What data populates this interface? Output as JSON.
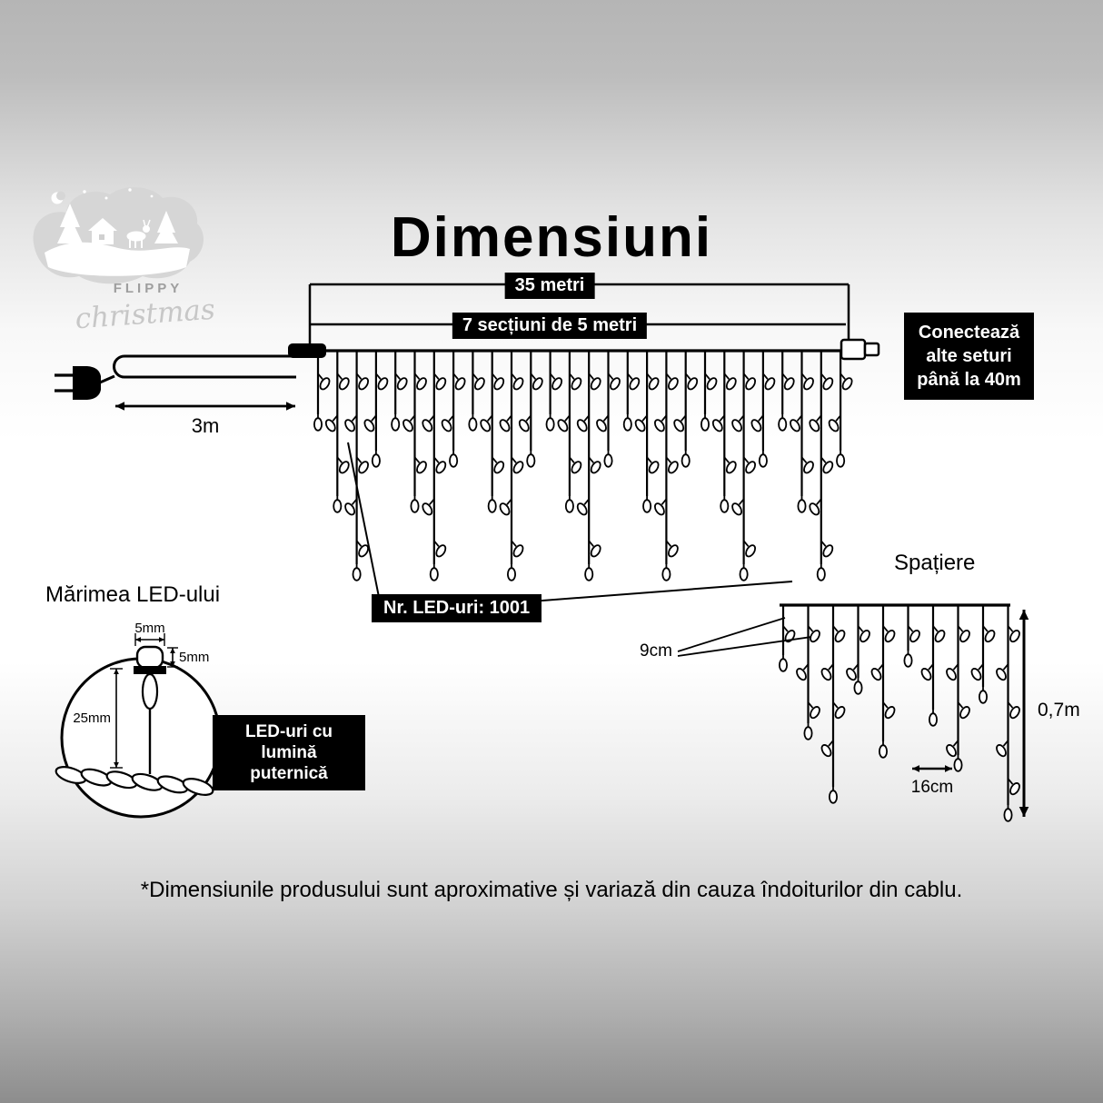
{
  "title": "Dimensiuni",
  "logo": {
    "brand": "FLIPPY",
    "script": "christmas"
  },
  "main_diagram": {
    "total_length": "35 metri",
    "sections": "7 secțiuni de 5 metri",
    "lead_length": "3m",
    "connect_note": {
      "line1": "Conectează",
      "line2": "alte seturi",
      "line3": "până la 40m"
    },
    "led_count": "Nr. LED-uri: 1001"
  },
  "spacing": {
    "title": "Spațiere",
    "drop_gap": "9cm",
    "bulb_gap": "16cm",
    "height": "0,7m"
  },
  "led_size": {
    "title": "Mărimea LED-ului",
    "width": "5mm",
    "cap_height": "5mm",
    "length": "25mm",
    "callout": {
      "line1": "LED-uri cu lumină",
      "line2": "puternică"
    }
  },
  "footer": {
    "disclaimer": "*Dimensiunile produsului sunt aproximative și variază din cauza îndoiturilor din cablu."
  },
  "colors": {
    "line": "#000000",
    "label_bg": "#000000",
    "label_fg": "#ffffff"
  }
}
